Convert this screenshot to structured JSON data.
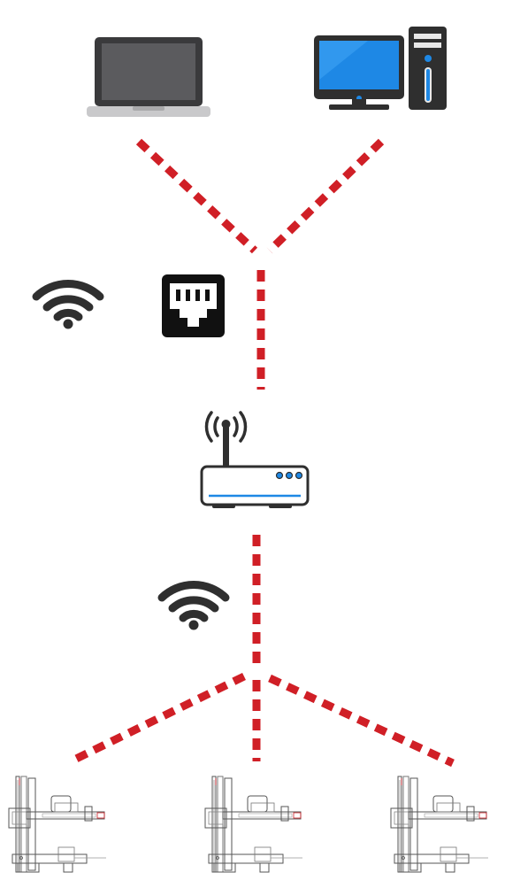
{
  "diagram": {
    "nodes": [
      {
        "id": "laptop",
        "icon": "laptop-icon"
      },
      {
        "id": "desktop",
        "icon": "desktop-computer-icon"
      },
      {
        "id": "router",
        "icon": "wifi-router-icon"
      },
      {
        "id": "robot-1",
        "icon": "robot-arm-icon"
      },
      {
        "id": "robot-2",
        "icon": "robot-arm-icon"
      },
      {
        "id": "robot-3",
        "icon": "robot-arm-icon"
      }
    ],
    "links": [
      {
        "from": "laptop",
        "to": "router",
        "style": "dashed"
      },
      {
        "from": "desktop",
        "to": "router",
        "style": "dashed"
      },
      {
        "from": "router",
        "to": "robot-1",
        "style": "dashed"
      },
      {
        "from": "router",
        "to": "robot-2",
        "style": "dashed"
      },
      {
        "from": "router",
        "to": "robot-3",
        "style": "dashed"
      }
    ],
    "upper_connection_types": [
      "wifi-icon",
      "ethernet-port-icon"
    ],
    "lower_connection_types": [
      "wifi-icon"
    ],
    "colors": {
      "link": "#d01f26",
      "icon_dark": "#2f2f2f",
      "screen_blue": "#1e88e5",
      "router_accent": "#1e88e5"
    }
  }
}
